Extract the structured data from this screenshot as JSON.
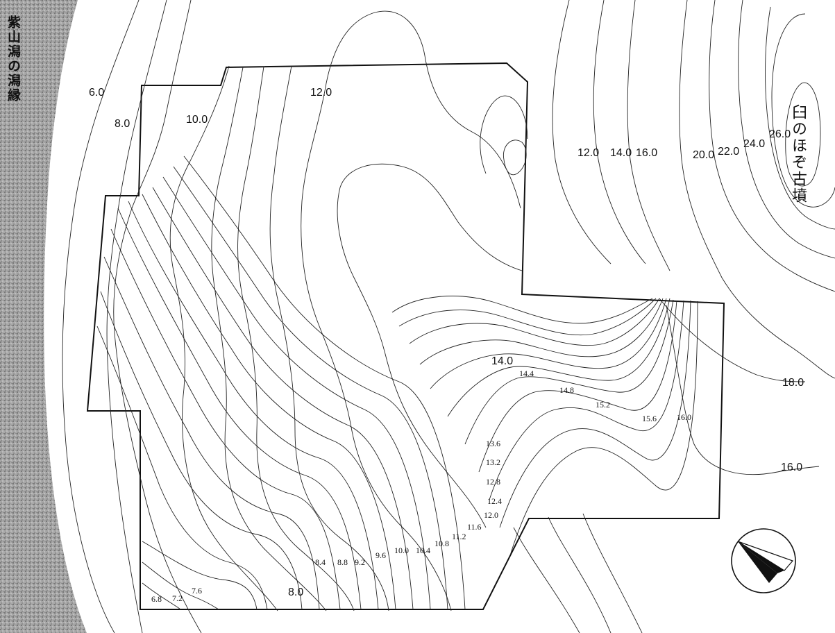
{
  "labels": {
    "lagoon_edge": "紫山潟の潟縁",
    "tumulus": "臼のほぞ古墳"
  },
  "contours": {
    "c6_0": "6.0",
    "c8_0_a": "8.0",
    "c10_0": "10.0",
    "c12_0_a": "12.0",
    "c12_0_b": "12.0",
    "c14_0_a": "14.0",
    "c16_0_a": "16.0",
    "c20_0": "20.0",
    "c22_0": "22.0",
    "c24_0": "24.0",
    "c26_0": "26.0",
    "c14_0_b": "14.0",
    "c14_4": "14.4",
    "c14_8": "14.8",
    "c15_2": "15.2",
    "c15_6": "15.6",
    "c16_0_b": "16.0",
    "c18_0": "18.0",
    "c16_0_c": "16.0",
    "c13_6": "13.6",
    "c13_2": "13.2",
    "c12_8": "12.8",
    "c12_4": "12.4",
    "c12_0_c": "12.0",
    "c11_6": "11.6",
    "c11_2": "11.2",
    "c10_8": "10.8",
    "c10_4": "10.4",
    "c10_0_b": "10.0",
    "c9_6": "9.6",
    "c9_2": "9.2",
    "c8_8": "8.8",
    "c8_4": "8.4",
    "c8_0_b": "8.0",
    "c7_6": "7.6",
    "c7_2": "7.2",
    "c6_8": "6.8"
  },
  "icons": {
    "lagoon": "stippled-shore",
    "north_arrow": "north-arrow-icon"
  },
  "colors": {
    "line": "#222222",
    "lagoon": "#9a9a9a",
    "background": "#ffffff"
  }
}
